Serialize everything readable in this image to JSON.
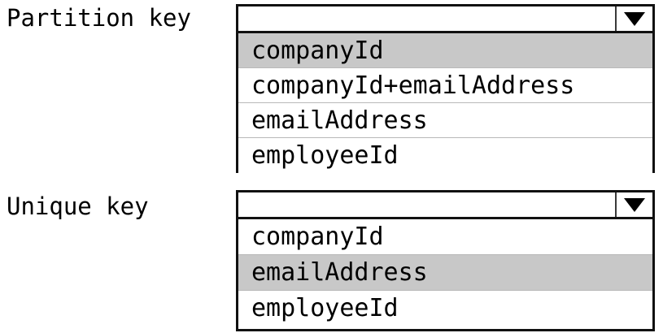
{
  "form": {
    "fields": [
      {
        "label": "Partition key",
        "dropdown": {
          "value": "",
          "placeholder": "",
          "arrow_icon": "chevron-down-icon",
          "expanded": true,
          "options": [
            {
              "label": "companyId",
              "selected": true
            },
            {
              "label": "companyId+emailAddress",
              "selected": false
            },
            {
              "label": "emailAddress",
              "selected": false
            },
            {
              "label": "employeeId",
              "selected": false
            }
          ]
        }
      },
      {
        "label": "Unique key",
        "dropdown": {
          "value": "",
          "placeholder": "",
          "arrow_icon": "chevron-down-icon",
          "expanded": true,
          "options": [
            {
              "label": "companyId",
              "selected": false
            },
            {
              "label": "emailAddress",
              "selected": true
            },
            {
              "label": "employeeId",
              "selected": false
            }
          ]
        }
      }
    ]
  },
  "colors": {
    "highlight": "#c8c8c8",
    "border": "#111111",
    "separator": "#b9b9b9",
    "background": "#ffffff",
    "text": "#000000"
  }
}
